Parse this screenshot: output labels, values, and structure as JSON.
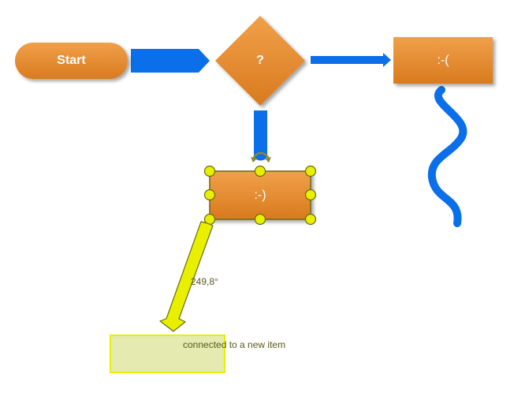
{
  "nodes": {
    "start": {
      "label": "Start"
    },
    "decision": {
      "label": "?"
    },
    "sad": {
      "label": ":-("
    },
    "happy": {
      "label": ":-)"
    }
  },
  "drag": {
    "angle_label": "249,8°",
    "hint": "connected to a new item"
  },
  "colors": {
    "node_fill_top": "#f0a04a",
    "node_fill_bottom": "#d97a1e",
    "connector": "#0a6fe8",
    "selection_handle": "#e8f000",
    "selection_outline": "#6b6b10",
    "ghost_box": "#e4eab0",
    "ghost_border": "#e8f000"
  },
  "icons": {
    "rotate_handle": "rotate-arrow-icon",
    "resize_handle": "circle-handle-icon"
  }
}
